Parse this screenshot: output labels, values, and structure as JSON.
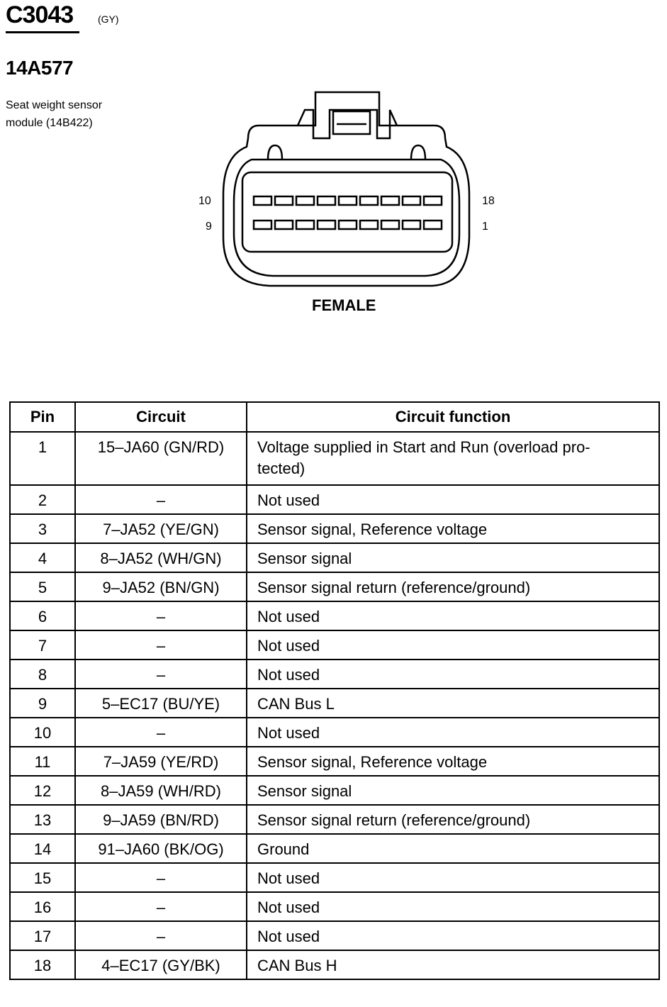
{
  "connector": {
    "id": "C3043",
    "color": "(GY)",
    "harness": "14A577",
    "module_line1": "Seat weight sensor",
    "module_line2": "module (14B422)",
    "pin_labels": {
      "top_left": "10",
      "bottom_left": "9",
      "top_right": "18",
      "bottom_right": "1"
    },
    "gender": "FEMALE"
  },
  "table": {
    "headers": {
      "pin": "Pin",
      "circuit": "Circuit",
      "function": "Circuit function"
    },
    "rows": [
      {
        "pin": "1",
        "circuit": "15–JA60 (GN/RD)",
        "function": "Voltage supplied in Start and Run (overload pro-tected)"
      },
      {
        "pin": "2",
        "circuit": "–",
        "function": "Not used"
      },
      {
        "pin": "3",
        "circuit": "7–JA52 (YE/GN)",
        "function": "Sensor signal, Reference voltage"
      },
      {
        "pin": "4",
        "circuit": "8–JA52 (WH/GN)",
        "function": "Sensor signal"
      },
      {
        "pin": "5",
        "circuit": "9–JA52 (BN/GN)",
        "function": "Sensor signal return (reference/ground)"
      },
      {
        "pin": "6",
        "circuit": "–",
        "function": "Not used"
      },
      {
        "pin": "7",
        "circuit": "–",
        "function": "Not used"
      },
      {
        "pin": "8",
        "circuit": "–",
        "function": "Not used"
      },
      {
        "pin": "9",
        "circuit": "5–EC17 (BU/YE)",
        "function": "CAN Bus L"
      },
      {
        "pin": "10",
        "circuit": "–",
        "function": "Not used"
      },
      {
        "pin": "11",
        "circuit": "7–JA59 (YE/RD)",
        "function": "Sensor signal, Reference voltage"
      },
      {
        "pin": "12",
        "circuit": "8–JA59 (WH/RD)",
        "function": "Sensor signal"
      },
      {
        "pin": "13",
        "circuit": "9–JA59 (BN/RD)",
        "function": "Sensor signal return (reference/ground)"
      },
      {
        "pin": "14",
        "circuit": "91–JA60 (BK/OG)",
        "function": "Ground"
      },
      {
        "pin": "15",
        "circuit": "–",
        "function": "Not used"
      },
      {
        "pin": "16",
        "circuit": "–",
        "function": "Not used"
      },
      {
        "pin": "17",
        "circuit": "–",
        "function": "Not used"
      },
      {
        "pin": "18",
        "circuit": "4–EC17 (GY/BK)",
        "function": "CAN Bus H"
      }
    ]
  }
}
